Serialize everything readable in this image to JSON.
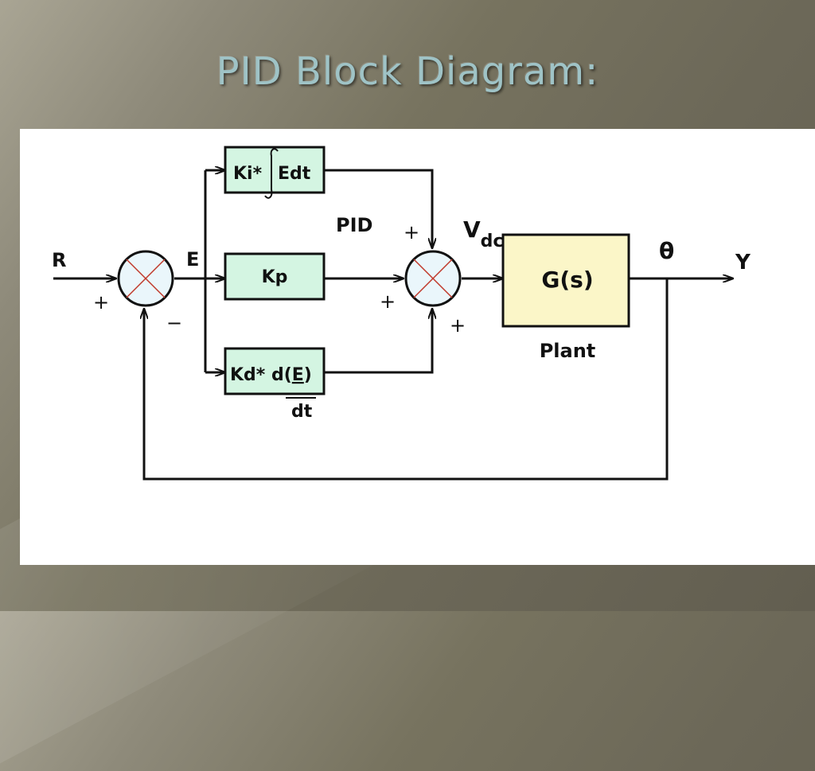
{
  "slide": {
    "title": "PID Block Diagram:"
  },
  "diagram": {
    "input_label": "R",
    "error_label": "E",
    "controller_label": "PID",
    "voltage_label": "V",
    "voltage_sub": "dc",
    "plant_output_label": "θ",
    "output_label": "Y",
    "plant_caption": "Plant",
    "blocks": {
      "integral_left": "Ki*",
      "integral_right": "Edt",
      "proportional": "Kp",
      "derivative_left": "Kd* d(",
      "derivative_e": "E",
      "derivative_right": ")",
      "derivative_denominator": "dt",
      "plant": "G(s)"
    },
    "signs": {
      "sum1_input": "+",
      "sum1_feedback": "−",
      "sum2_top": "+",
      "sum2_left": "+",
      "sum2_bottom": "+"
    },
    "colors": {
      "controller_block_fill": "#d4f5e2",
      "plant_block_fill": "#fbf6c8",
      "summing_fill": "#eaf6fb",
      "summing_cross": "#c0392b"
    }
  }
}
